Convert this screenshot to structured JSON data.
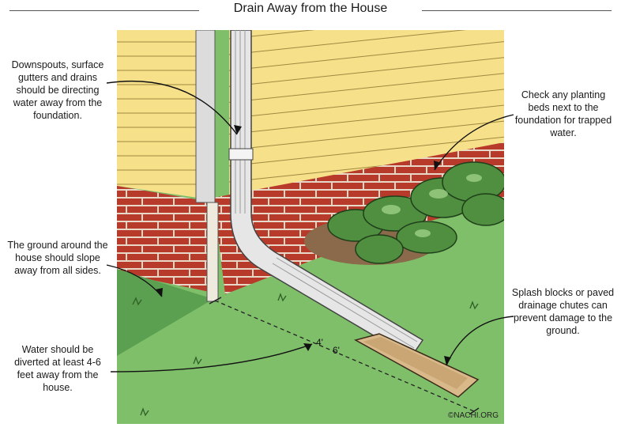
{
  "title": "Drain Away from the House",
  "callouts": {
    "downspouts": "Downspouts, surface gutters and drains should be directing water away from the foundation.",
    "planting_beds": "Check any planting beds next to the foundation for trapped water.",
    "ground_slope": "The ground around the house should slope away from all sides.",
    "water_diverted": "Water should be diverted at least 4-6 feet away from the house.",
    "splash_blocks": "Splash blocks or paved drainage chutes can prevent damage to the ground."
  },
  "measure": {
    "min": "4'",
    "max": "6'"
  },
  "credit": "©NACHI.ORG",
  "colors": {
    "siding": "#f7e08a",
    "brick": "#b83a2a",
    "mortar": "#e8d8c8",
    "grass": "#7fbf6a",
    "grass_dark": "#5aa050",
    "downspout": "#e6e6e6",
    "splash_block": "#d9b98a",
    "plants": "#4f8f3f"
  }
}
